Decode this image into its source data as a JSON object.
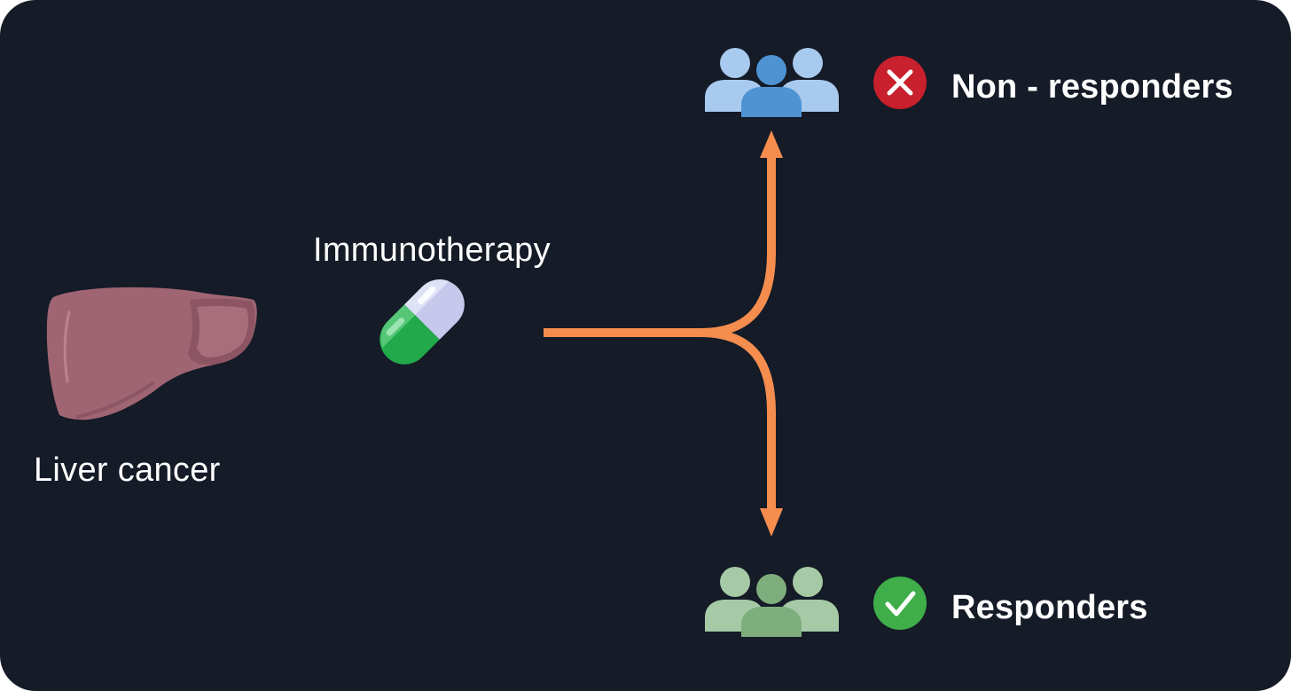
{
  "diagram": {
    "source": {
      "label": "Liver cancer",
      "icon": "liver-icon"
    },
    "treatment": {
      "label": "Immunotherapy",
      "icon": "capsule-icon"
    },
    "outcomes": [
      {
        "label": "Non - responders",
        "status": "negative",
        "status_icon": "x-mark-icon",
        "group_icon": "people-group-icon"
      },
      {
        "label": "Responders",
        "status": "positive",
        "status_icon": "check-mark-icon",
        "group_icon": "people-group-icon"
      }
    ]
  },
  "colors": {
    "background": "#151b27",
    "arrow": "#f58d4f",
    "liver": "#a06573",
    "pill_green": "#21a94a",
    "pill_lavender": "#c6c9ec",
    "non_responders_group": "#4e93d2",
    "non_responders_group_light": "#a8caee",
    "responders_group": "#7fae7e",
    "responders_group_light": "#a6caa6",
    "negative_badge": "#c8202c",
    "positive_badge": "#3fae4a"
  }
}
